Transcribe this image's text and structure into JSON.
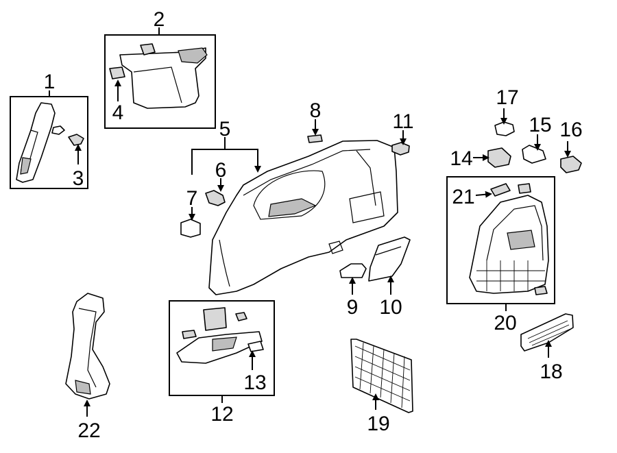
{
  "callouts": [
    {
      "id": 1,
      "text": "1"
    },
    {
      "id": 2,
      "text": "2"
    },
    {
      "id": 3,
      "text": "3"
    },
    {
      "id": 4,
      "text": "4"
    },
    {
      "id": 5,
      "text": "5"
    },
    {
      "id": 6,
      "text": "6"
    },
    {
      "id": 7,
      "text": "7"
    },
    {
      "id": 8,
      "text": "8"
    },
    {
      "id": 9,
      "text": "9"
    },
    {
      "id": 10,
      "text": "10"
    },
    {
      "id": 11,
      "text": "11"
    },
    {
      "id": 12,
      "text": "12"
    },
    {
      "id": 13,
      "text": "13"
    },
    {
      "id": 14,
      "text": "14"
    },
    {
      "id": 15,
      "text": "15"
    },
    {
      "id": 16,
      "text": "16"
    },
    {
      "id": 17,
      "text": "17"
    },
    {
      "id": 18,
      "text": "18"
    },
    {
      "id": 19,
      "text": "19"
    },
    {
      "id": 20,
      "text": "20"
    },
    {
      "id": 21,
      "text": "21"
    },
    {
      "id": 22,
      "text": "22"
    }
  ]
}
